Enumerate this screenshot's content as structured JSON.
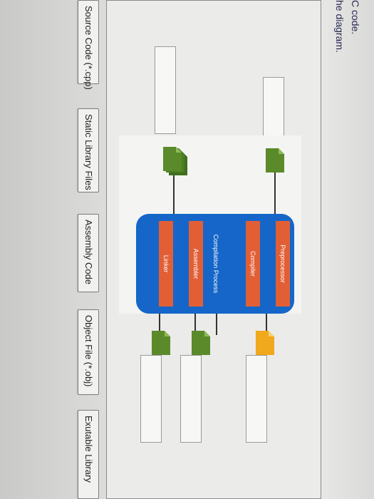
{
  "instructions": {
    "line1": "C code.",
    "line2": "he diagram."
  },
  "choices": [
    "Source Code (*.cpp)",
    "Static Library Files",
    "Assembly Code",
    "Object File (*.obj)",
    "Exutable Library"
  ],
  "diagram": {
    "process_title": "Compilation Process",
    "stages": [
      "Preprocessor",
      "Compiler",
      "Assembler",
      "Linker"
    ]
  },
  "colors": {
    "process_blue": "#1566c8",
    "stage_orange": "#e25f36",
    "file_green": "#5a8a2a",
    "file_orange": "#f0a81c"
  }
}
